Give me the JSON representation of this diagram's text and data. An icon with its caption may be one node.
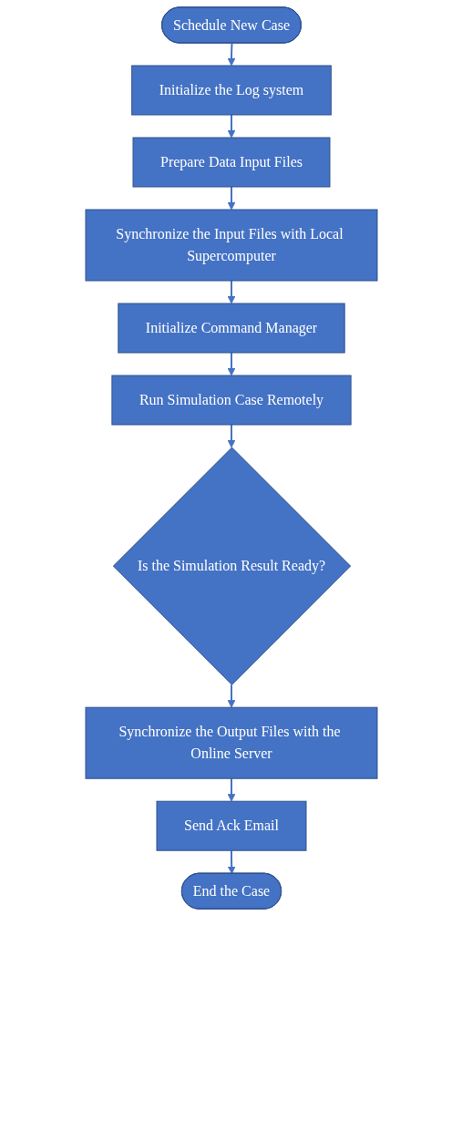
{
  "diagram": {
    "nodes": [
      {
        "text": [
          "Schedule New Case"
        ]
      },
      {
        "text": [
          "Initialize the Log system"
        ]
      },
      {
        "text": [
          "Prepare Data Input Files"
        ]
      },
      {
        "text": [
          "Synchronize the Input Files with Local Supercomputer"
        ]
      },
      {
        "text": [
          "Initialize Command Manager"
        ]
      },
      {
        "text": [
          "Run Simulation Case Remotely"
        ]
      },
      {
        "text": [
          "Is the Simulation Result Ready?"
        ]
      },
      {
        "text": [
          "Synchronize the Output Files with the Online Server"
        ]
      },
      {
        "text": [
          "Send Ack Email"
        ]
      },
      {
        "text": [
          "End the Case"
        ]
      }
    ],
    "edges": [
      {
        "from": 0,
        "to": 1,
        "arrow": "to"
      },
      {
        "from": 1,
        "to": 2,
        "arrow": "to"
      },
      {
        "from": 2,
        "to": 3,
        "arrow": "to"
      },
      {
        "from": 3,
        "to": 4,
        "arrow": "to"
      },
      {
        "from": 4,
        "to": 5,
        "arrow": "to"
      },
      {
        "from": 5,
        "to": 6,
        "arrow": "to"
      },
      {
        "from": 6,
        "to": 7,
        "arrow": "to"
      },
      {
        "from": 7,
        "to": 8,
        "arrow": "to"
      },
      {
        "from": 8,
        "to": 9,
        "arrow": "to"
      }
    ]
  }
}
